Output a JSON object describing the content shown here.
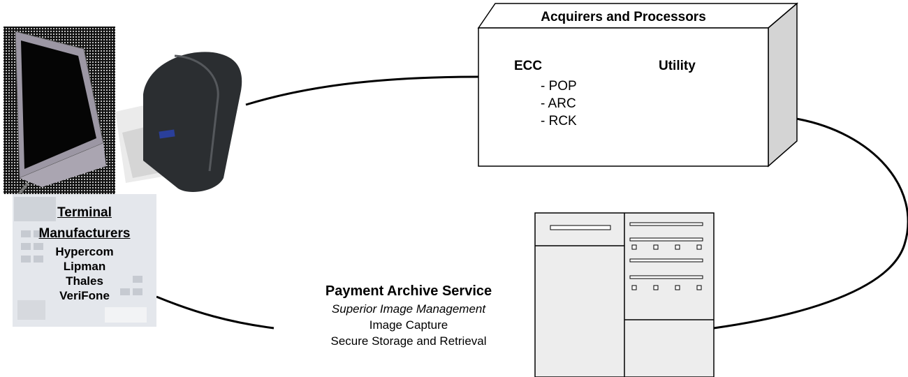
{
  "acquirers": {
    "title": "Acquirers and Processors",
    "ecc_heading": "ECC",
    "ecc_items": [
      "- POP",
      "- ARC",
      "- RCK"
    ],
    "utility_heading": "Utility"
  },
  "terminal_manufacturers": {
    "heading_line1": "Terminal",
    "heading_line2": "Manufacturers",
    "names": [
      "Hypercom",
      "Lipman",
      "Thales",
      "VeriFone"
    ]
  },
  "payment_archive": {
    "title": "Payment Archive Service",
    "subtitle": "Superior Image Management",
    "lines": [
      "Image Capture",
      "Secure Storage and Retrieval"
    ]
  },
  "colors": {
    "line": "#000000",
    "box_fill": "#ffffff",
    "box_side": "#d4d4d4",
    "server_fill": "#ededed",
    "scanner_body": "#2b2e31",
    "scanner_accent": "#2a3f9a"
  }
}
